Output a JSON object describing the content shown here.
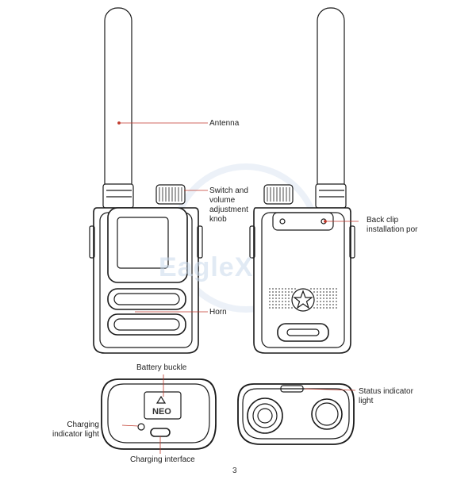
{
  "labels": {
    "antenna": "Antenna",
    "knob": "Switch and\nvolume\nadjustment\nknob",
    "back_clip": "Back clip\ninstallation por",
    "horn": "Horn",
    "battery_buckle": "Battery buckle",
    "status_light": "Status indicator\nlight",
    "charging_light": "Charging\nindicator light",
    "charging_interface": "Charging interface"
  },
  "watermark": "EagleX",
  "page_number": "3",
  "colors": {
    "line": "#1a1a1a",
    "leader": "#c0392b",
    "watermark": "#c9d9ec"
  }
}
